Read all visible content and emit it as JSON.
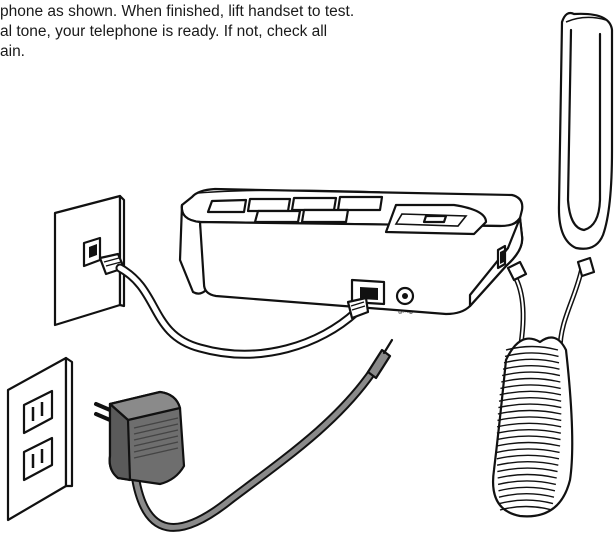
{
  "instructions": {
    "lines": [
      "phone as shown. When finished, lift handset to test.",
      "al tone, your telephone is ready. If not, check all",
      "ain."
    ]
  },
  "colors": {
    "outline": "#111111",
    "cord_gray": "#8a8a8a",
    "adapter_gray": "#6e6e6e",
    "body_white": "#ffffff"
  },
  "icons": {
    "wall_phone_jack": "phone-jack-icon",
    "power_outlet": "power-outlet-icon",
    "ac_adapter": "ac-adapter-icon",
    "base_unit": "telephone-base-icon",
    "handset": "handset-icon",
    "coiled_cord": "coiled-cord-icon"
  }
}
